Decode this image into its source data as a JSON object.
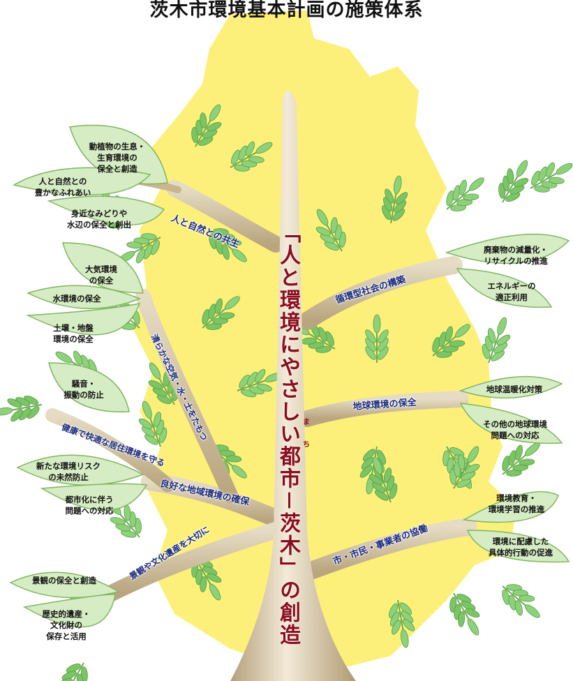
{
  "title": "茨木市環境基本計画の施策体系",
  "trunk": {
    "text": "「人と環境にやさしい都市－茨木」の創造",
    "ruby": "まち"
  },
  "branches": {
    "nature": "人と自然との共生",
    "circular": "循環型社会の構築",
    "global": "地球環境の保全",
    "local": "良好な地域環境の確保",
    "clean": "清らかな空気・水・土をたもつ",
    "healthy": "健康で快適な居住環境を守る",
    "heritage": "景観や文化遺産を大切に",
    "cooperation": "市・市民・事業者の協働"
  },
  "leaves": {
    "biodiversity": "動植物の生息・\n生育環境の\n保全と創造",
    "contact": "人と自然との\n豊かなふれあい",
    "greenery": "身近なみどりや\n水辺の保全と創出",
    "air": "大気環境\nの保全",
    "water": "水環境の保全",
    "soil": "土壌・地盤\n環境の保全",
    "noise": "騒音・\n振動の防止",
    "risk": "新たな環境リスク\nの未然防止",
    "urban": "都市化に伴う\n問題への対応",
    "landscape": "景観の保全と創造",
    "historic": "歴史的遺産・\n文化財の\n保存と活用",
    "waste": "廃棄物の減量化・\nリサイクルの推進",
    "energy": "エネルギーの\n適正利用",
    "warming": "地球温暖化対策",
    "other_global": "その他の地球環境\n問題への対応",
    "education": "環境教育・\n環境学習の推進",
    "action": "環境に配慮した\n具体的行動の促進"
  },
  "colors": {
    "map": "#fdf07a",
    "trunk": "#c8b48c",
    "trunk_light": "#efe6d0",
    "leaf": "#d6ecc4",
    "leaf_stroke": "#7fb55f",
    "foliage": "#8fd17a",
    "foliage_dark": "#4f9e40",
    "trunk_text": "#8a0d1e",
    "branch_text": "#1a2a7a"
  }
}
